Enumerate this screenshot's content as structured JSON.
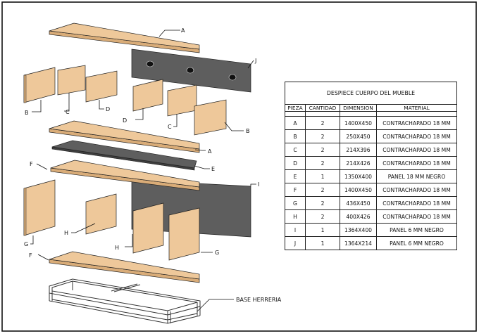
{
  "table": {
    "title": "DESPIECE CUERPO DEL MUEBLE",
    "headers": [
      "PIEZA",
      "CANTIDAD",
      "DIMENSION",
      "MATERIAL"
    ],
    "rows": [
      {
        "pieza": "A",
        "cantidad": "2",
        "dimension": "1400X450",
        "material": "CONTRACHAPADO 18 MM"
      },
      {
        "pieza": "B",
        "cantidad": "2",
        "dimension": "250X450",
        "material": "CONTRACHAPADO 18 MM"
      },
      {
        "pieza": "C",
        "cantidad": "2",
        "dimension": "214X396",
        "material": "CONTRACHAPADO 18 MM"
      },
      {
        "pieza": "D",
        "cantidad": "2",
        "dimension": "214X426",
        "material": "CONTRACHAPADO 18 MM"
      },
      {
        "pieza": "E",
        "cantidad": "1",
        "dimension": "1350X400",
        "material": "PANEL 18 MM NEGRO"
      },
      {
        "pieza": "F",
        "cantidad": "2",
        "dimension": "1400X450",
        "material": "CONTRACHAPADO 18 MM"
      },
      {
        "pieza": "G",
        "cantidad": "2",
        "dimension": "436X450",
        "material": "CONTRACHAPADO 18 MM"
      },
      {
        "pieza": "H",
        "cantidad": "2",
        "dimension": "400X426",
        "material": "CONTRACHAPADO 18 MM"
      },
      {
        "pieza": "I",
        "cantidad": "1",
        "dimension": "1364X400",
        "material": "PANEL 6 MM NEGRO"
      },
      {
        "pieza": "J",
        "cantidad": "1",
        "dimension": "1364X214",
        "material": "PANEL 6 MM NEGRO"
      }
    ]
  },
  "labels": {
    "a1": "A",
    "j": "J",
    "b1": "B",
    "c1": "C",
    "d1": "D",
    "d2": "D",
    "c2": "C",
    "b2": "B",
    "a2": "A",
    "e": "E",
    "f1": "F",
    "i": "I",
    "g1": "G",
    "h1": "H",
    "h2": "H",
    "g2": "G",
    "f2": "F",
    "base": "BASE HERRERIA"
  },
  "colors": {
    "wood": "#EEC89A",
    "panel": "#5E5E5E",
    "line": "#222222"
  }
}
